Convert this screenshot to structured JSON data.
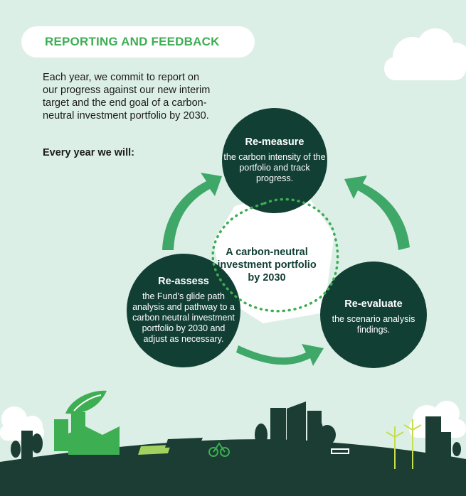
{
  "header": {
    "title": "REPORTING AND FEEDBACK"
  },
  "intro": {
    "paragraph": "Each year, we commit to report on our progress against our new interim target and the end goal of a carbon-neutral investment portfolio by 2030.",
    "lead": "Every year we will:"
  },
  "cycle": {
    "center": "A carbon-neutral investment portfolio by 2030",
    "steps": [
      {
        "title": "Re-measure",
        "text": "the carbon intensity of the portfolio and track progress."
      },
      {
        "title": "Re-evaluate",
        "text": "the scenario analysis findings."
      },
      {
        "title": "Re-assess",
        "text": "the Fund’s glide path analysis and pathway to a carbon neutral investment portfolio by 2030 and adjust as necessary."
      }
    ]
  },
  "colors": {
    "background": "#dcefe7",
    "circle": "#123f34",
    "accent_green": "#3dae52",
    "arrow_green": "#3fa868",
    "landscape": "#1b3d33"
  }
}
